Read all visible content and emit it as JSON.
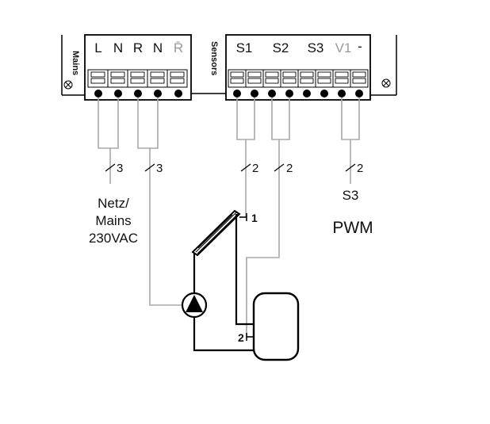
{
  "panels": {
    "mains": {
      "side_label": "Mains",
      "terminals": [
        "L",
        "N",
        "R",
        "N",
        "R̄"
      ]
    },
    "sensors": {
      "side_label": "Sensors",
      "terminals": [
        "S1",
        "S2",
        "S3",
        "V1",
        "-"
      ]
    }
  },
  "cables": {
    "mains_left": "3",
    "mains_right": "3",
    "s1": "2",
    "s2": "2",
    "pwm": "2"
  },
  "labels": {
    "mains_line1": "Netz/",
    "mains_line2": "Mains",
    "mains_line3": "230VAC",
    "s3_label": "S3",
    "pwm_label": "PWM",
    "collector_sensor": "1",
    "tank_sensor": "2"
  },
  "icons": {
    "screw": "screw-icon",
    "pump": "pump-icon",
    "collector": "solar-collector-icon",
    "tank": "storage-tank-icon"
  },
  "colors": {
    "wire": "#a8a8a8",
    "line": "#000000",
    "greyed_terminal": "#9a9a9a"
  }
}
